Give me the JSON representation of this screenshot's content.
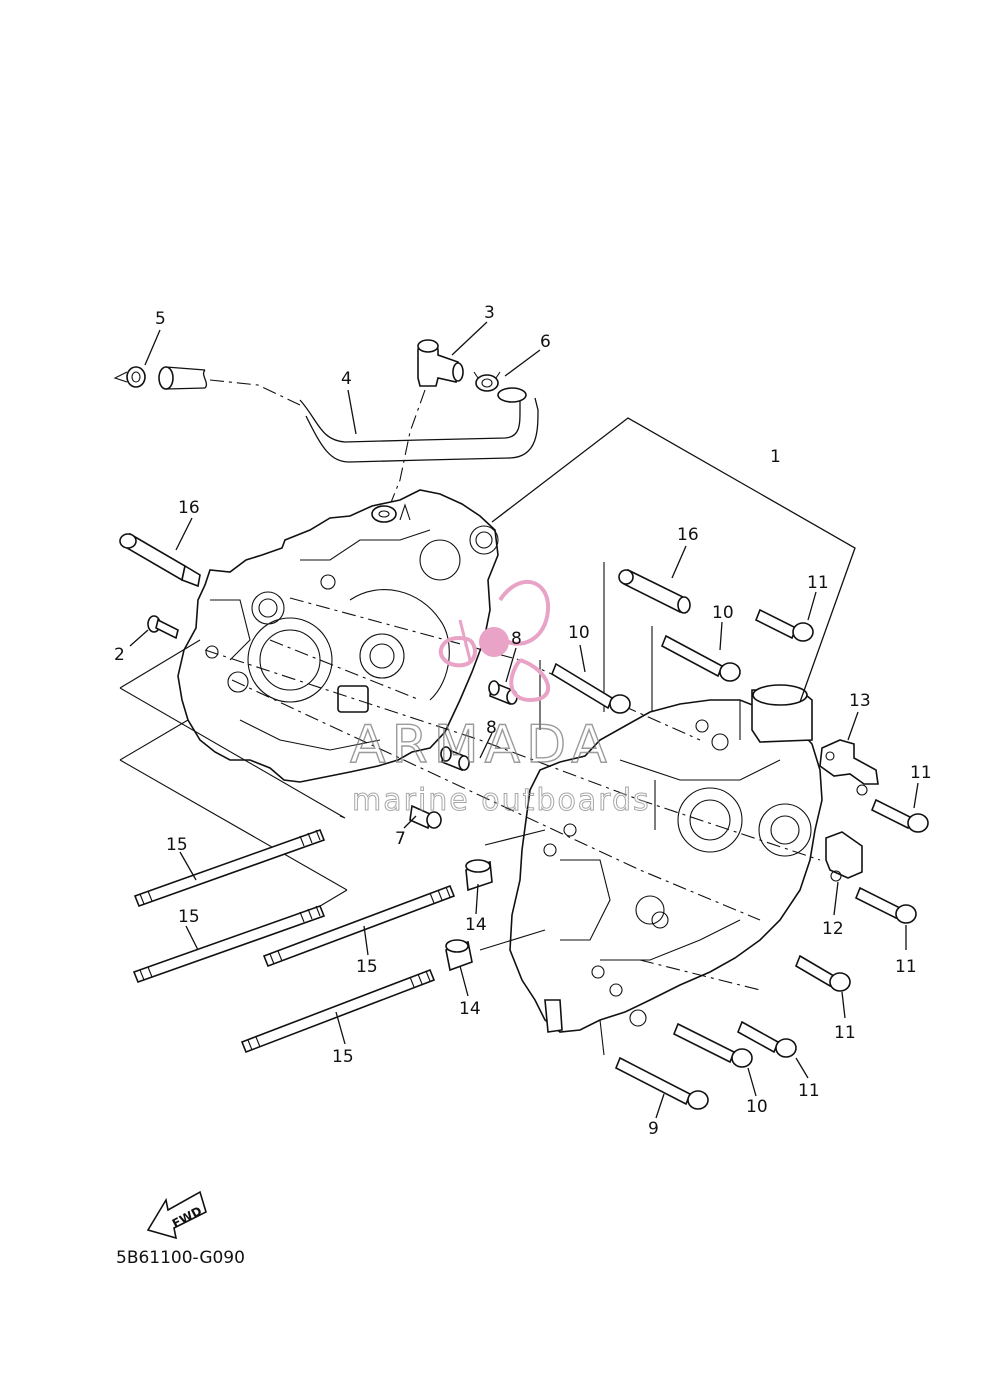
{
  "diagram": {
    "drawing_code": "5B61100-G090",
    "direction_marker": "FWD",
    "watermark": {
      "brand": "ARMADA",
      "tagline": "marine outboards",
      "logo_color": "#e8a3c6"
    },
    "callouts": [
      {
        "id": "c1",
        "number": "1",
        "part": "crankcase-assembly"
      },
      {
        "id": "c2",
        "number": "2",
        "part": "screw"
      },
      {
        "id": "c3",
        "number": "3",
        "part": "breather-fitting"
      },
      {
        "id": "c4",
        "number": "4",
        "part": "breather-hose"
      },
      {
        "id": "c5",
        "number": "5",
        "part": "hose-clamp"
      },
      {
        "id": "c6",
        "number": "6",
        "part": "hose-clamp"
      },
      {
        "id": "c7",
        "number": "7",
        "part": "drain-plug"
      },
      {
        "id": "c8a",
        "number": "8",
        "part": "dowel-pin"
      },
      {
        "id": "c8b",
        "number": "8",
        "part": "dowel-pin"
      },
      {
        "id": "c9",
        "number": "9",
        "part": "bolt"
      },
      {
        "id": "c10a",
        "number": "10",
        "part": "bolt"
      },
      {
        "id": "c10b",
        "number": "10",
        "part": "bolt"
      },
      {
        "id": "c10c",
        "number": "10",
        "part": "bolt"
      },
      {
        "id": "c11a",
        "number": "11",
        "part": "bolt"
      },
      {
        "id": "c11b",
        "number": "11",
        "part": "bolt"
      },
      {
        "id": "c11c",
        "number": "11",
        "part": "bolt"
      },
      {
        "id": "c11d",
        "number": "11",
        "part": "bolt"
      },
      {
        "id": "c11e",
        "number": "11",
        "part": "bolt"
      },
      {
        "id": "c12",
        "number": "12",
        "part": "clamp"
      },
      {
        "id": "c13",
        "number": "13",
        "part": "clamp"
      },
      {
        "id": "c14a",
        "number": "14",
        "part": "collar"
      },
      {
        "id": "c14b",
        "number": "14",
        "part": "collar"
      },
      {
        "id": "c15a",
        "number": "15",
        "part": "stud-bolt"
      },
      {
        "id": "c15b",
        "number": "15",
        "part": "stud-bolt"
      },
      {
        "id": "c15c",
        "number": "15",
        "part": "stud-bolt"
      },
      {
        "id": "c15d",
        "number": "15",
        "part": "stud-bolt"
      },
      {
        "id": "c16a",
        "number": "16",
        "part": "dowel-pin"
      },
      {
        "id": "c16b",
        "number": "16",
        "part": "dowel-pin"
      }
    ]
  }
}
